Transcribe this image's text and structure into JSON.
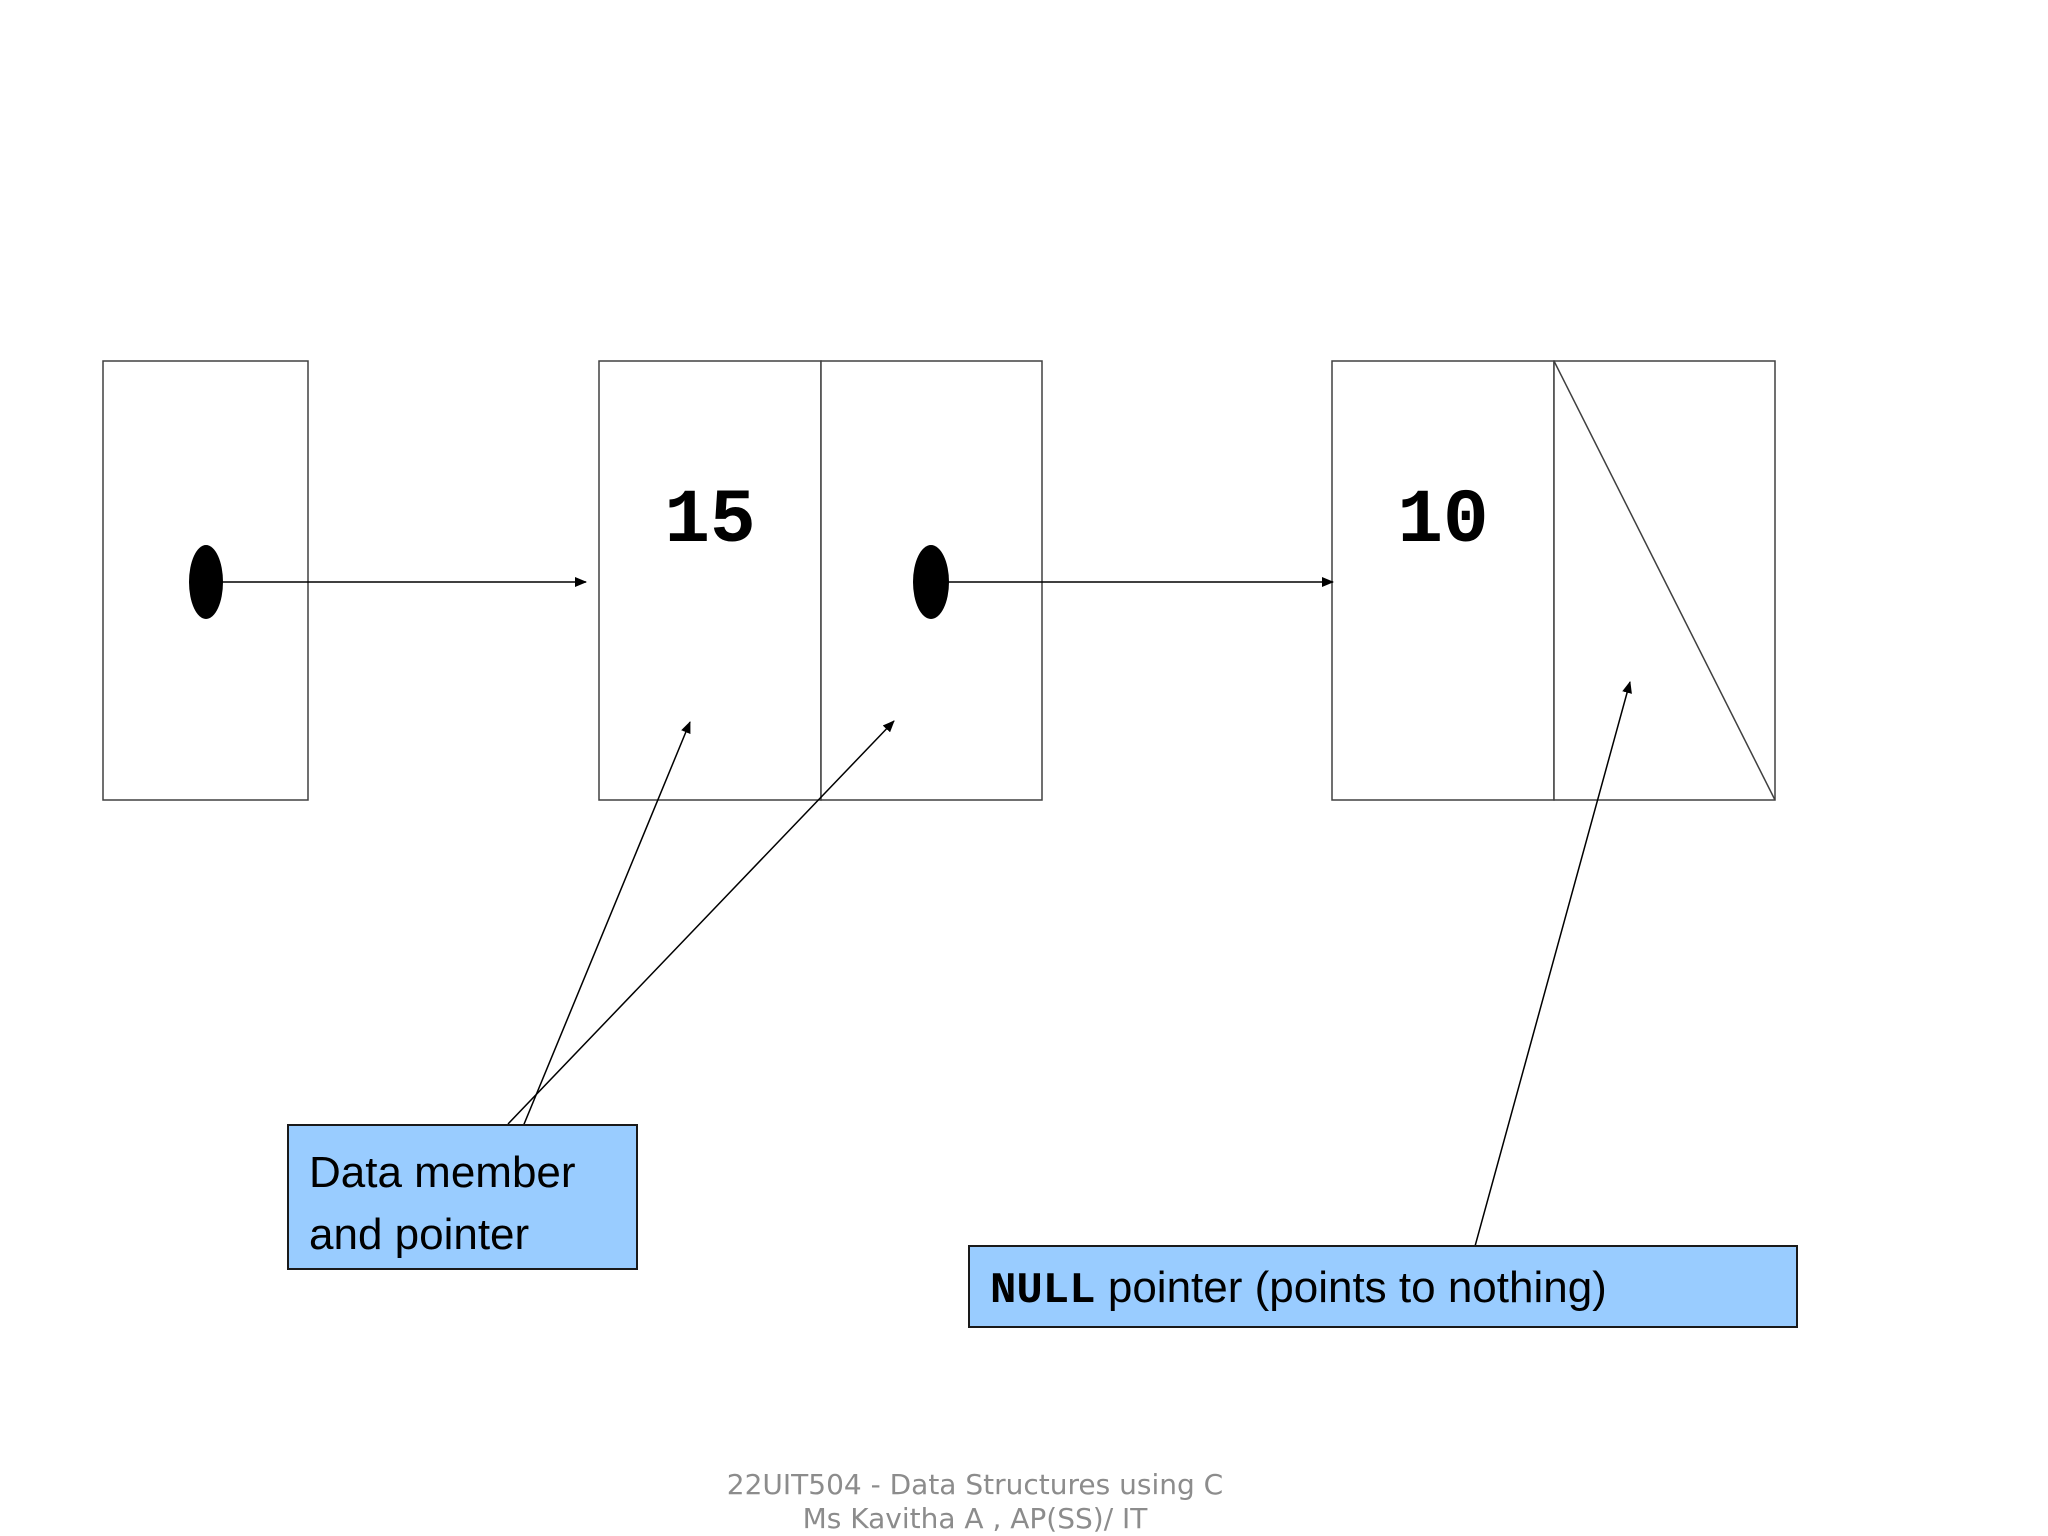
{
  "diagram": {
    "nodes": [
      {
        "id": "head",
        "value": ""
      },
      {
        "id": "node-1",
        "value": "15"
      },
      {
        "id": "node-2",
        "value": "10"
      }
    ],
    "callouts": {
      "data_member": {
        "line1": "Data member",
        "line2": "and pointer"
      },
      "null_pointer": {
        "keyword": "NULL",
        "text": " pointer (points to nothing)"
      }
    }
  },
  "footer": {
    "line1": "22UIT504 - Data Structures using C",
    "line2": "Ms Kavitha A , AP(SS)/ IT"
  },
  "colors": {
    "callout_fill": "#99ccff",
    "footer_text": "#8c8c8c"
  }
}
